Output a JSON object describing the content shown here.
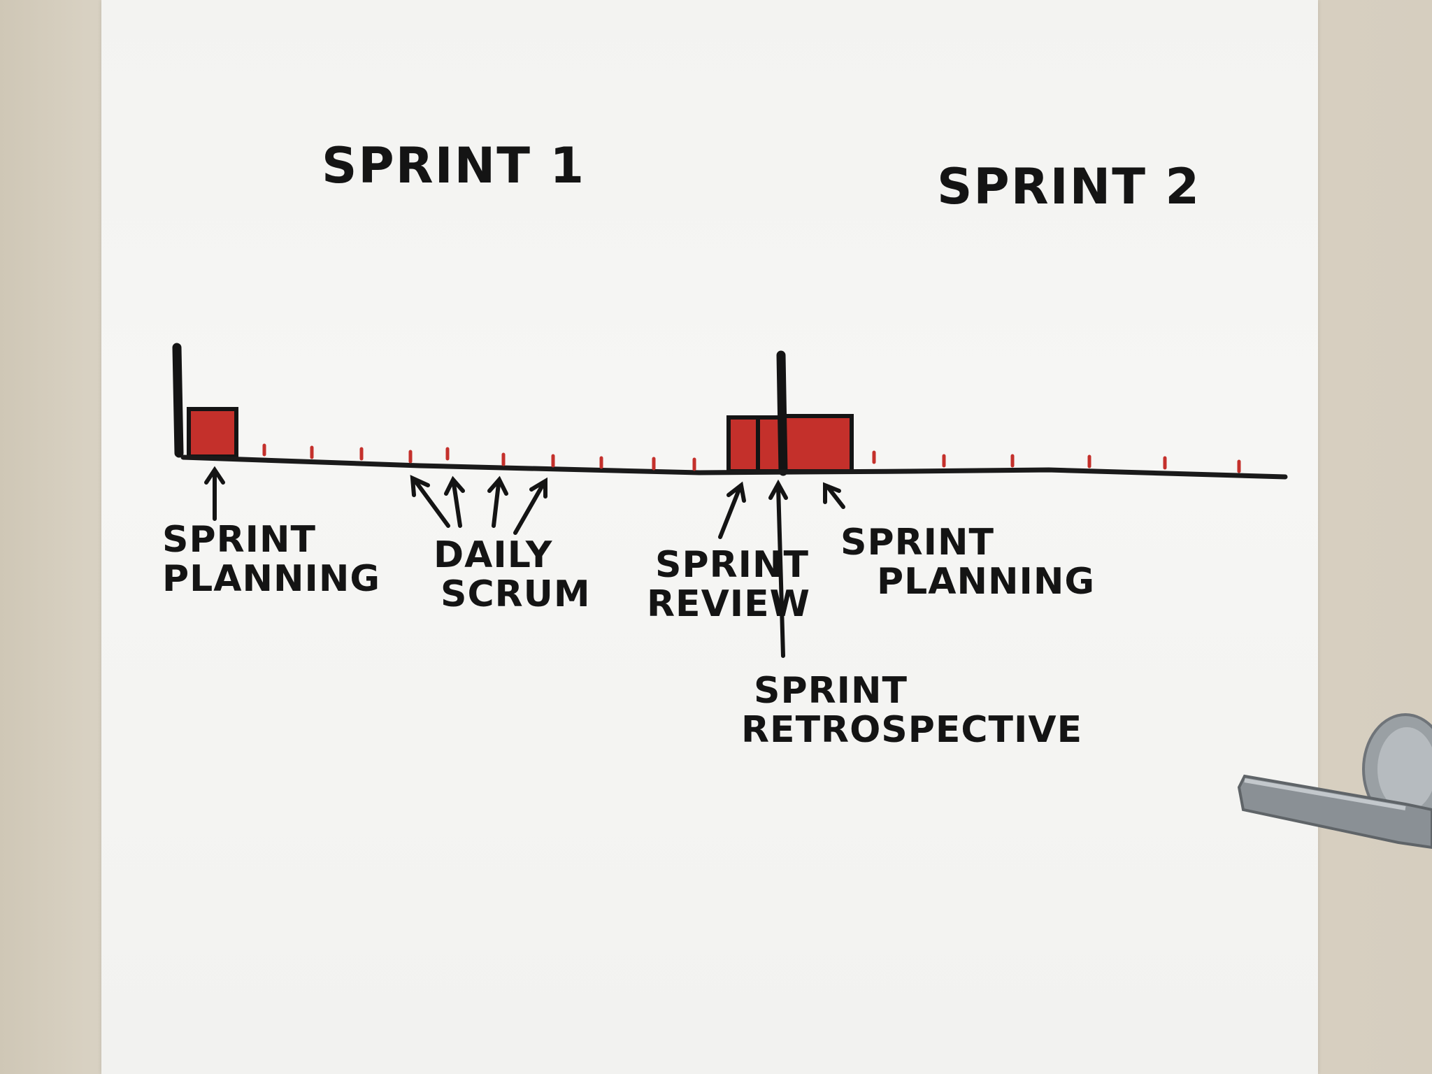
{
  "diagram": {
    "sprint1_title": "SPRINT 1",
    "sprint2_title": "SPRINT 2",
    "labels": {
      "sprint_planning_1": [
        "SPRINT",
        "PLANNING"
      ],
      "daily_scrum": [
        "DAILY",
        "SCRUM"
      ],
      "sprint_review": [
        "SPRINT",
        "REVIEW"
      ],
      "sprint_retrospective": [
        "SPRINT",
        "RETROSPECTIVE"
      ],
      "sprint_planning_2": [
        "SPRINT",
        "PLANNING"
      ]
    }
  },
  "colors": {
    "ink": "#141414",
    "marker_red": "#c4302b",
    "paper": "#f4f4f2",
    "wall": "#d8d1c2"
  }
}
